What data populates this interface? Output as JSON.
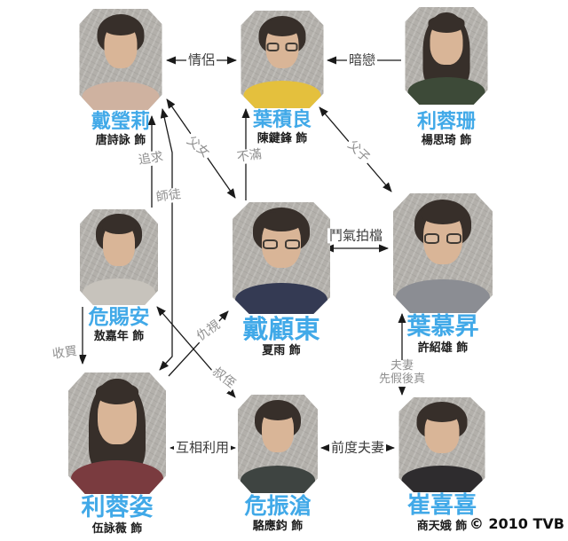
{
  "colors": {
    "character_name": "#41a9e8",
    "relationship_label_gray": "#8f8f8f",
    "relationship_label_dark": "#3d3d3d",
    "arrow": "#1a1a1a",
    "photo_background": "#b3b0ab"
  },
  "people": [
    {
      "name": "戴瑩莉",
      "actor": "唐詩詠 飾"
    },
    {
      "name": "葉積良",
      "actor": "陳鍵鋒 飾"
    },
    {
      "name": "利蓉珊",
      "actor": "楊思琦 飾"
    },
    {
      "name": "危賜安",
      "actor": "敖嘉年 飾"
    },
    {
      "name": "戴顧東",
      "actor": "夏雨 飾"
    },
    {
      "name": "葉慕昇",
      "actor": "許紹雄 飾"
    },
    {
      "name": "利蓉姿",
      "actor": "伍詠薇 飾"
    },
    {
      "name": "危振滄",
      "actor": "駱應鈞 飾"
    },
    {
      "name": "崔喜喜",
      "actor": "商天娥 飾"
    }
  ],
  "relationships": [
    {
      "label": "情侶",
      "between": [
        "戴瑩莉",
        "葉積良"
      ],
      "direction": "mutual"
    },
    {
      "label": "暗戀",
      "between": [
        "利蓉珊",
        "葉積良"
      ],
      "direction": "one-way"
    },
    {
      "label": "父女",
      "between": [
        "戴瑩莉",
        "戴顧東"
      ],
      "direction": "mutual"
    },
    {
      "label": "不滿",
      "between": [
        "戴顧東",
        "葉積良"
      ],
      "direction": "one-way"
    },
    {
      "label": "父子",
      "between": [
        "葉積良",
        "葉慕昇"
      ],
      "direction": "mutual"
    },
    {
      "label": "追求",
      "between": [
        "危賜安",
        "戴瑩莉"
      ],
      "direction": "one-way"
    },
    {
      "label": "師徒",
      "between": [
        "戴瑩莉",
        "利蓉姿"
      ],
      "direction": "mutual"
    },
    {
      "label": "鬥氣拍檔",
      "between": [
        "戴顧東",
        "葉慕昇"
      ],
      "direction": "mutual"
    },
    {
      "label": "仇視",
      "between": [
        "利蓉姿",
        "戴顧東"
      ],
      "direction": "one-way"
    },
    {
      "label": "叔侄",
      "between": [
        "危賜安",
        "危振滄"
      ],
      "direction": "mutual"
    },
    {
      "label": "收買",
      "between": [
        "危賜安",
        "利蓉姿"
      ],
      "direction": "one-way"
    },
    {
      "label": "夫妻",
      "label_line2": "先假後真",
      "between": [
        "葉慕昇",
        "崔喜喜"
      ],
      "direction": "mutual"
    },
    {
      "label": "互相利用",
      "between": [
        "利蓉姿",
        "危振滄"
      ],
      "direction": "mutual"
    },
    {
      "label": "前度夫妻",
      "between": [
        "危振滄",
        "崔喜喜"
      ],
      "direction": "mutual"
    }
  ],
  "footer": {
    "copyright": "© 2010 TVB"
  }
}
